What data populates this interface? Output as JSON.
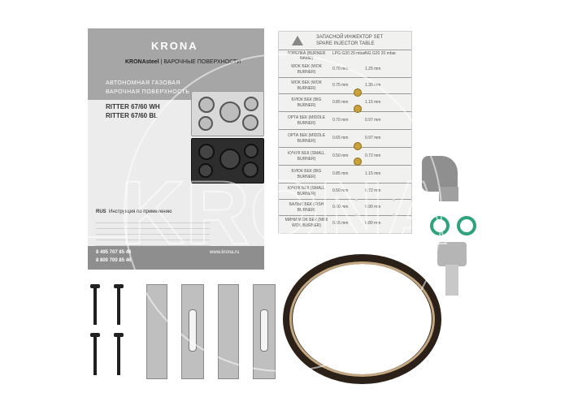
{
  "manual": {
    "logo": "KRONA",
    "brand_bold": "KRONAsteel",
    "brand_rest": " | ВАРОЧНЫЕ ПОВЕРХНОСТИ",
    "subtitle_1": "АВТОНОМНАЯ ГАЗОВАЯ",
    "subtitle_2": "ВАРОЧНАЯ ПОВЕРХНОСТЬ",
    "model_1": "RITTER 67/60 WH",
    "model_2": "RITTER 67/60 BL",
    "lang_code": "RUS",
    "lang_title": "Инструкция по применению",
    "phone_1": "8 495 707 85 46",
    "phone_2": "8 800 700 85 46",
    "website": "www.krona.ru"
  },
  "card": {
    "title_1": "ЗАПАСНОЙ ИНЖЕКТОР SET",
    "title_2": "SPARE INJECTOR TABLE",
    "col_burner": "ГОРЕЛКА (BURNER NAME)",
    "col_lpg": "LPG G30 29 mbar",
    "col_ng": "NG G20 20 mbar",
    "rows": [
      {
        "label": "WOK БЕК (WOK BURNER)",
        "left": "0.70 mm",
        "right": "1.25 mm"
      },
      {
        "label": "WOK БЕК (WOK BURNER)",
        "left": "0.75 mm",
        "right": "1.30 mm"
      },
      {
        "label": "БУЮК БЕК (BIG BURNER)",
        "left": "0.85 mm",
        "right": "1.15 mm"
      },
      {
        "label": "ОРТА БЕК (MIDDLE BURNER)",
        "left": "0.70 mm",
        "right": "0.97 mm"
      },
      {
        "label": "ОРТА БЕК (MIDDLE BURNER)",
        "left": "0.65 mm",
        "right": "0.97 mm"
      },
      {
        "label": "КУЧУК БЕК (SMALL BURNER)",
        "left": "0.50 mm",
        "right": "0.72 mm"
      },
      {
        "label": "БУЮК БЕК (BIG BURNER)",
        "left": "0.85 mm",
        "right": "1.15 mm"
      },
      {
        "label": "КУЧУК БЕК (SMALL BURNER)",
        "left": "0.50 mm",
        "right": "0.72 mm"
      },
      {
        "label": "БАЛЫК БЕК (FISH BURNER)",
        "left": "0.60 mm",
        "right": "0.90 mm"
      },
      {
        "label": "МИНИ WOK БЕК (MINI WOK BURNER)",
        "left": "0.55 mm",
        "right": "0.80 mm"
      }
    ]
  },
  "watermark": "KRONA",
  "colors": {
    "gasket": "#2ea37a",
    "hose": "#2b2118",
    "brass": "#c9a23b"
  }
}
